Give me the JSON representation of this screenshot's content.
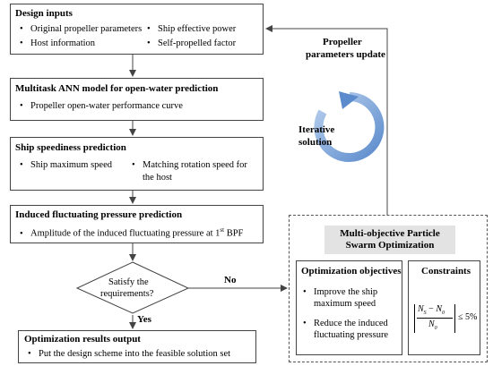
{
  "design_inputs": {
    "title": "Design inputs",
    "items": [
      "Original propeller parameters",
      "Ship effective power",
      "Host information",
      "Self-propelled factor"
    ]
  },
  "ann_model": {
    "title": "Multitask ANN model for open-water prediction",
    "items": [
      "Propeller open-water performance curve"
    ]
  },
  "speediness": {
    "title": "Ship speediness prediction",
    "items": [
      "Ship maximum speed",
      "Matching rotation speed for",
      "the host"
    ]
  },
  "pressure": {
    "title": "Induced fluctuating pressure prediction",
    "item_prefix": "Amplitude of the induced fluctuating pressure at 1",
    "item_sup": "st",
    "item_suffix": " BPF"
  },
  "decision": {
    "line1": "Satisfy the",
    "line2": "requirements?",
    "no_label": "No",
    "yes_label": "Yes"
  },
  "results": {
    "title": "Optimization results output",
    "items": [
      "Put the design scheme into the feasible solution set"
    ]
  },
  "mopso": {
    "title_line1": "Multi-objective Particle",
    "title_line2": "Swarm Optimization",
    "objectives_title": "Optimization objectives",
    "objectives": [
      "Improve the ship",
      "maximum speed",
      "Reduce the induced",
      "fluctuating pressure"
    ],
    "constraints_title": "Constraints",
    "formula": {
      "num_a": "N",
      "num_a_sub": "S",
      "minus": "−",
      "num_b": "N",
      "num_b_sub": "0",
      "den": "N",
      "den_sub": "0",
      "rhs": "≤ 5%"
    }
  },
  "feedback": {
    "line1": "Propeller",
    "line2": "parameters update"
  },
  "iterative": {
    "line1": "Iterative",
    "line2": "solution"
  },
  "bullet_symbol": "•",
  "colors": {
    "iterative_arrow": "#7aa3d6",
    "gray_header": "#e3e3e3"
  }
}
